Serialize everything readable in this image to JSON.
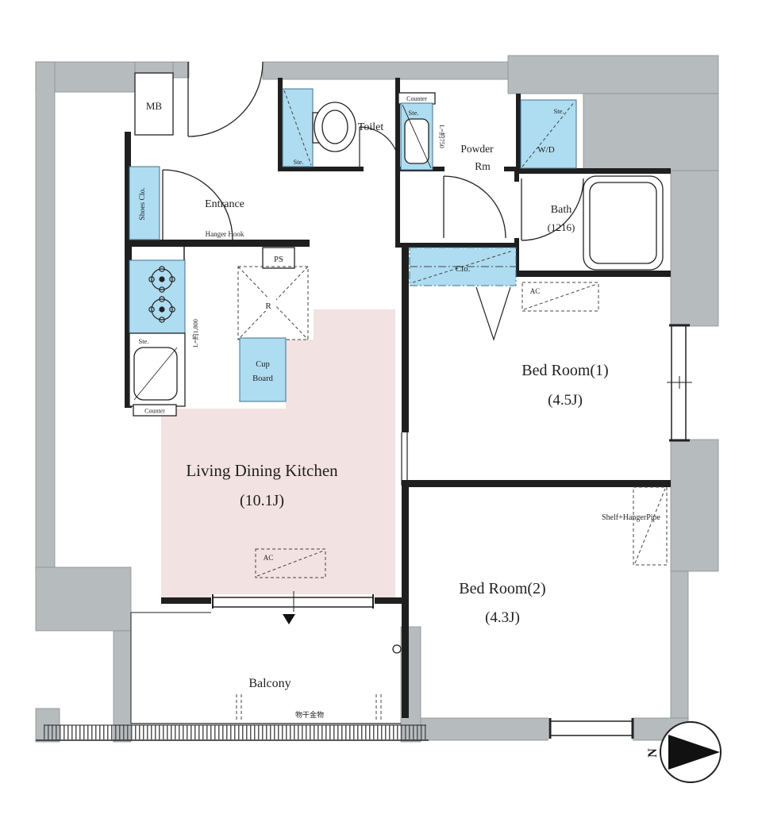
{
  "colors": {
    "wall_gray": "#b6bbbe",
    "fixture_blue": "#aedcf0",
    "ldk_pink": "#f3e2e2",
    "line_black": "#1f1f1f"
  },
  "labels": {
    "mb": "MB",
    "entrance": "Entrance",
    "shoes_closet": "Shoes Clo.",
    "hanger_hook": "Hanger Hook",
    "toilet": "Toilet",
    "toilet_storage": "Ste.",
    "powder_counter": "Counter",
    "powder_storage": "Ste.",
    "powder_counter_length": "L=約750",
    "powder_room_1": "Powder",
    "powder_room_2": "Rm",
    "wd_storage": "Ste.",
    "washer_dryer": "W/D",
    "bath_name": "Bath",
    "bath_size": "(1216)",
    "closet": "Clo.",
    "ac_bedroom1": "AC",
    "ac_ldk": "AC",
    "bedroom1_name": "Bed Room(1)",
    "bedroom1_size": "(4.5J)",
    "bedroom2_name": "Bed Room(2)",
    "bedroom2_size": "(4.3J)",
    "shelf": "Shelf+HangerPipe",
    "pipe_space": "PS",
    "refrigerator": "R",
    "cupboard_1": "Cup",
    "cupboard_2": "Board",
    "ldk_name": "Living Dining Kitchen",
    "ldk_size": "(10.1J)",
    "kitchen_counter_length": "L=約1,800",
    "kitchen_storage": "Ste.",
    "kitchen_counter": "Counter",
    "balcony": "Balcony",
    "laundry_hardware": "物干金物",
    "north": "N"
  }
}
